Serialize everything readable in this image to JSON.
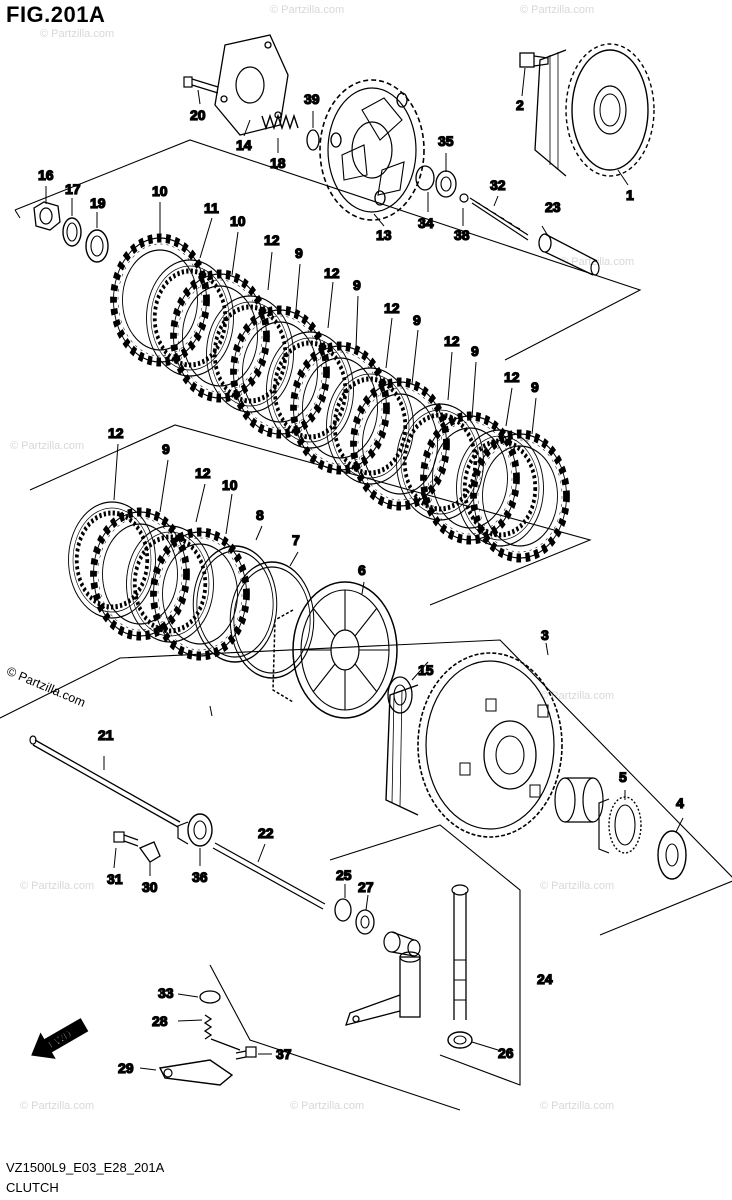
{
  "figure": {
    "title": "FIG.201A",
    "code": "VZ1500L9_E03_E28_201A",
    "name": "CLUTCH",
    "copyright": "© Partzilla.com",
    "watermark": "© Partzilla.com"
  },
  "fwd_label": "FWD",
  "callouts": {
    "c1": "1",
    "c2": "2",
    "c3": "3",
    "c4": "4",
    "c5": "5",
    "c6": "6",
    "c7": "7",
    "c8": "8",
    "c9a": "9",
    "c9b": "9",
    "c9c": "9",
    "c9d": "9",
    "c9e": "9",
    "c9f": "9",
    "c10a": "10",
    "c10b": "10",
    "c10c": "10",
    "c11": "11",
    "c12a": "12",
    "c12b": "12",
    "c12c": "12",
    "c12d": "12",
    "c12e": "12",
    "c12f": "12",
    "c12g": "12",
    "c13": "13",
    "c14": "14",
    "c15": "15",
    "c16": "16",
    "c17": "17",
    "c18": "18",
    "c19": "19",
    "c20": "20",
    "c21": "21",
    "c22": "22",
    "c23": "23",
    "c24": "24",
    "c25": "25",
    "c26": "26",
    "c27": "27",
    "c28": "28",
    "c29": "29",
    "c30": "30",
    "c31": "31",
    "c32": "32",
    "c33": "33",
    "c34": "34",
    "c35": "35",
    "c36": "36",
    "c37": "37",
    "c38": "38",
    "c39": "39"
  }
}
